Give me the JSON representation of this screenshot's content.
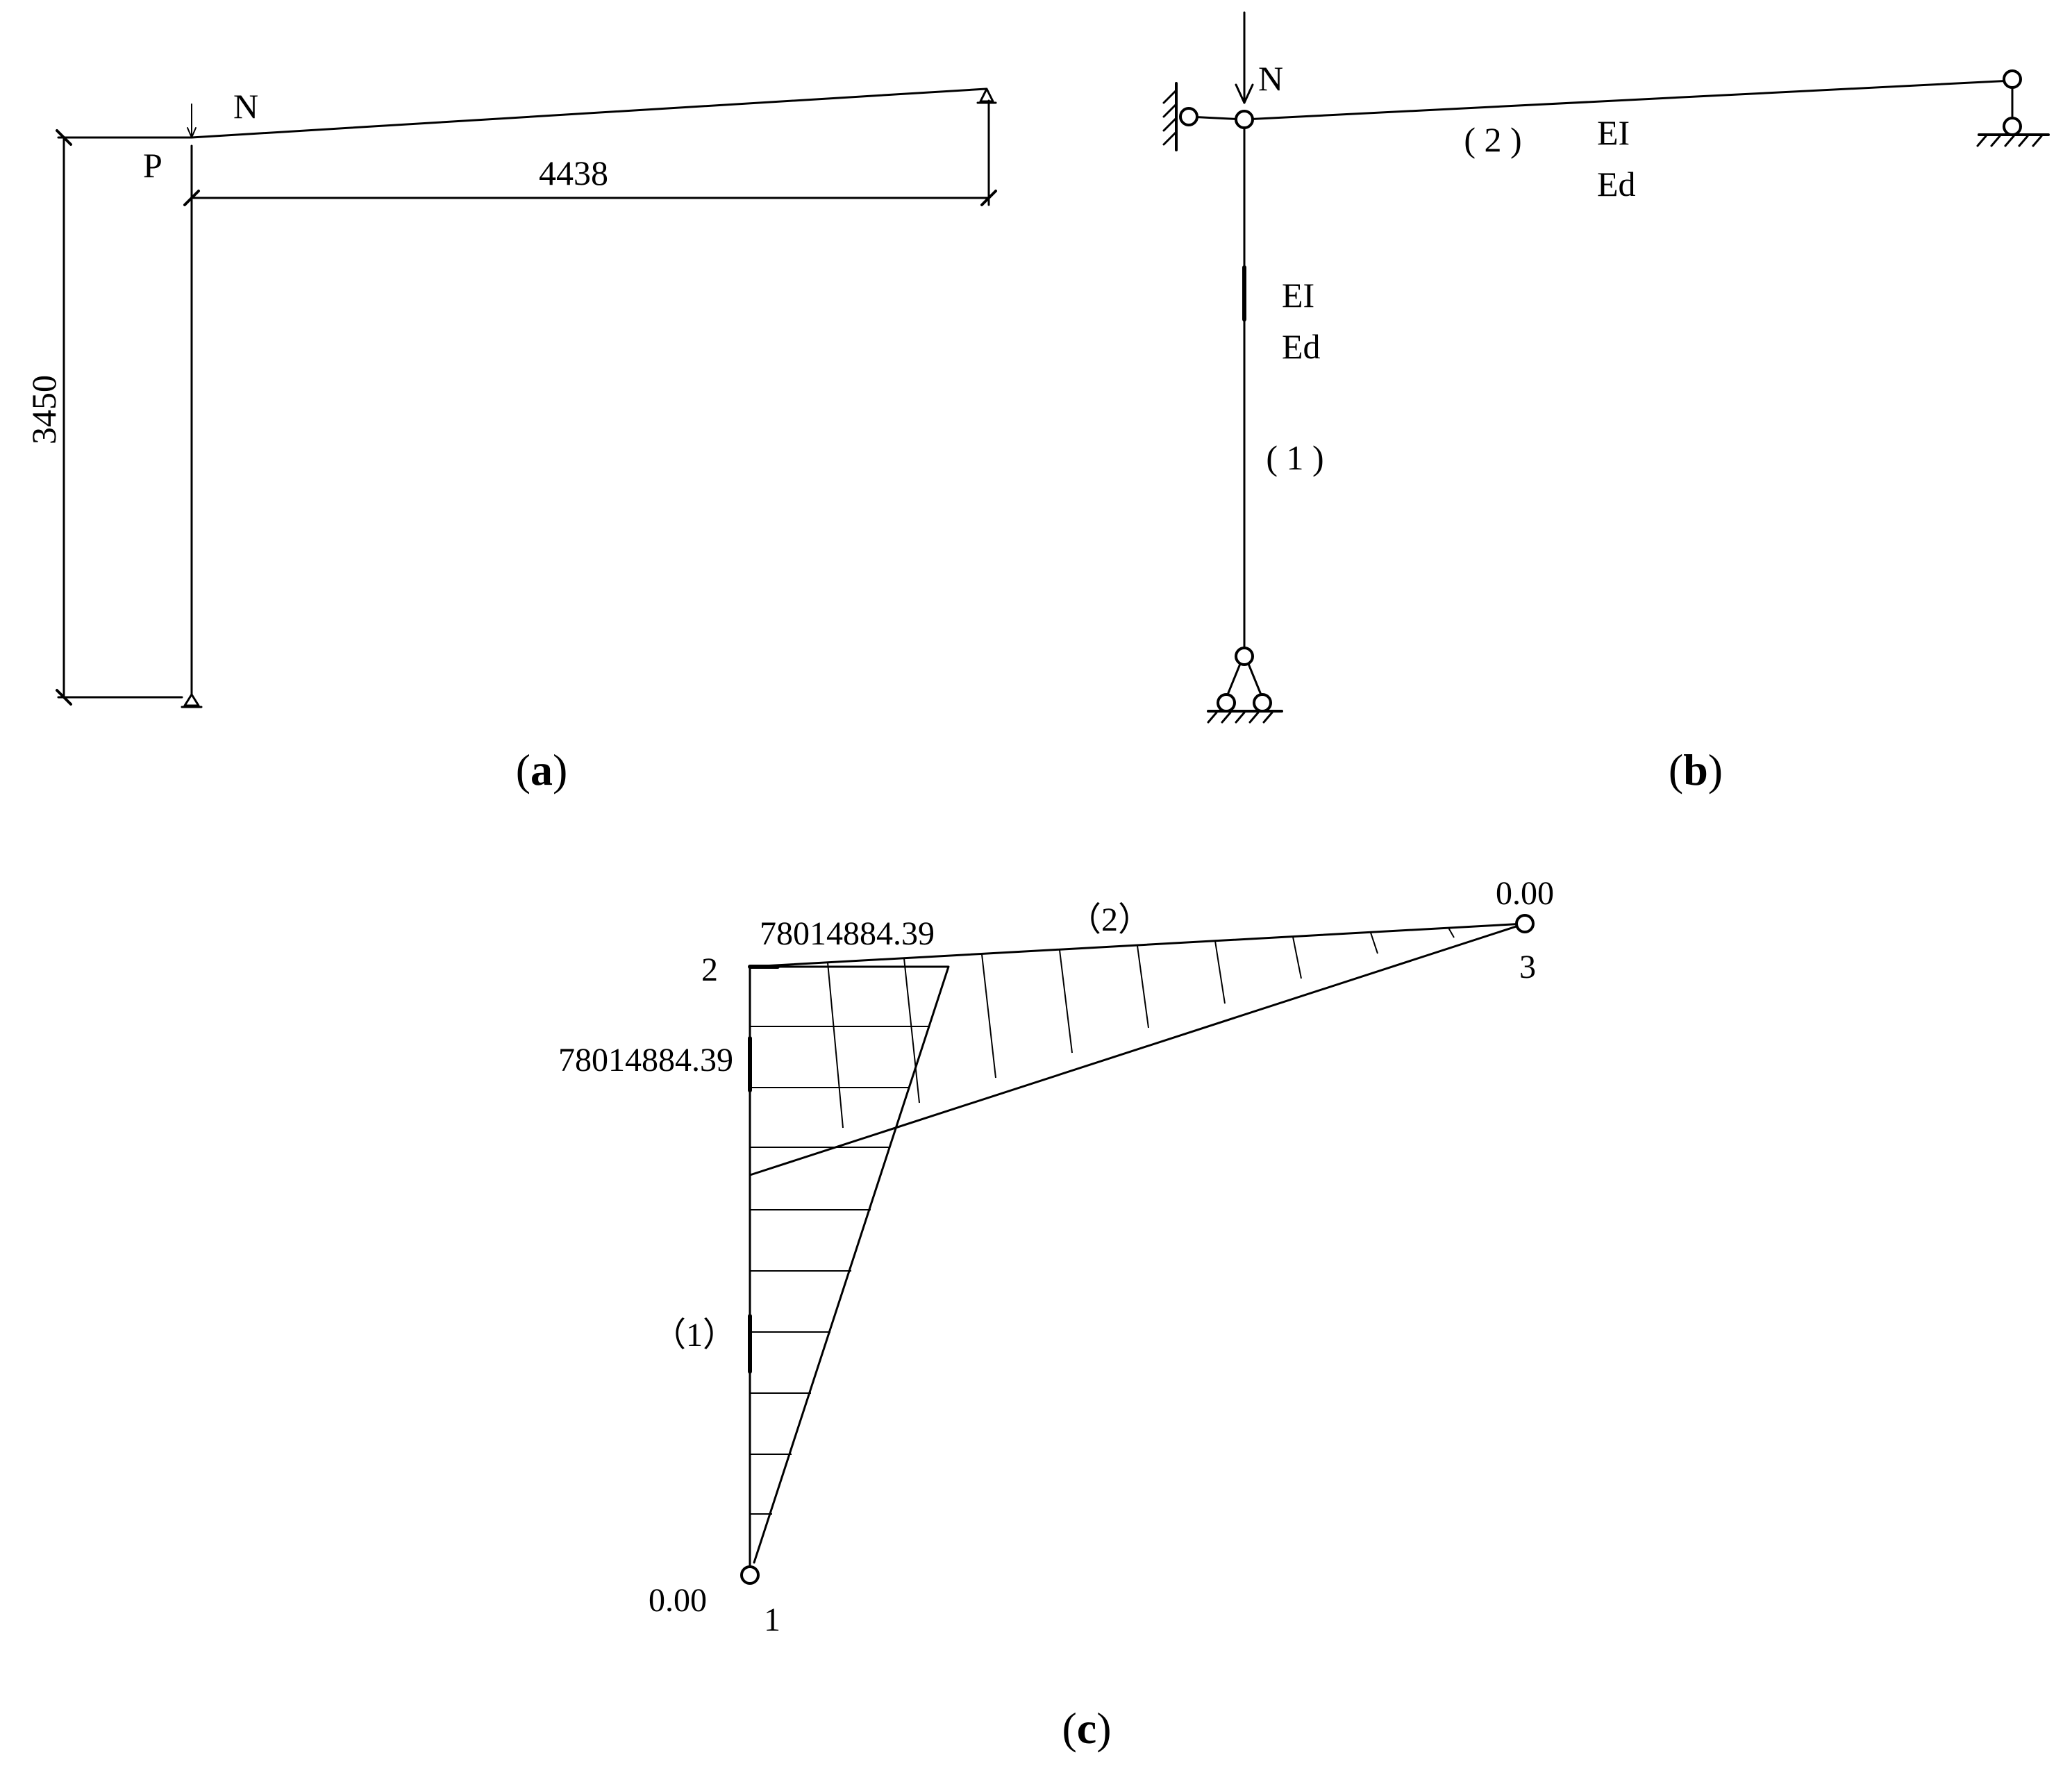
{
  "panel_a": {
    "caption_letter": "a",
    "label_N": "N",
    "label_P": "P",
    "dim_height": "3450",
    "dim_span": "4438"
  },
  "panel_b": {
    "caption_letter": "b",
    "label_N": "N",
    "beam_label": "( 2 )",
    "column_label": "( 1 )",
    "beam_EI": "EI",
    "beam_Ed": "Ed",
    "column_EI": "EI",
    "column_Ed": "Ed"
  },
  "panel_c": {
    "caption_letter": "c",
    "node_1_label": "1",
    "node_2_label": "2",
    "node_3_label": "3",
    "member_1_label": "（1）",
    "member_2_label": "（2）",
    "moment_node_2_beam": "78014884.39",
    "moment_node_2_column": "78014884.39",
    "moment_node_1": "0.00",
    "moment_node_3": "0.00"
  }
}
